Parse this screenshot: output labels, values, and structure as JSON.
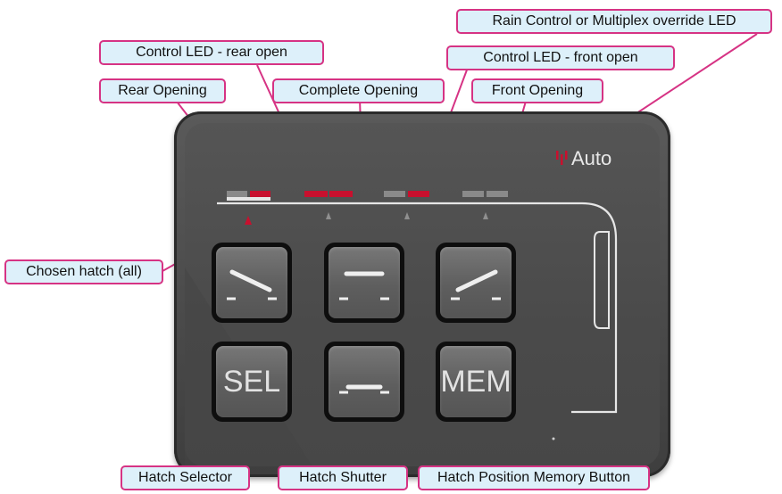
{
  "callouts": {
    "rain_led": "Rain Control or Multiplex override LED",
    "led_rear": "Control LED - rear open",
    "led_front": "Control LED - front open",
    "rear_opening": "Rear Opening",
    "complete_opening": "Complete Opening",
    "front_opening": "Front Opening",
    "chosen_hatch": "Chosen hatch (all)",
    "hatch_selector": "Hatch Selector",
    "hatch_shutter": "Hatch Shutter",
    "memory_button": "Hatch Position Memory Button"
  },
  "panel": {
    "auto_label": "Auto"
  },
  "buttons": {
    "sel_label": "SEL",
    "mem_label": "MEM"
  },
  "colors": {
    "callout_border": "#d63384",
    "callout_fill": "#ddf0fa",
    "led_red": "#c8102e",
    "led_off": "#8a8a8a",
    "panel_dark": "#474747"
  },
  "icons": {
    "rear_opening_button": "hatch-tilted-down-icon",
    "complete_opening_button": "hatch-raised-icon",
    "front_opening_button": "hatch-tilted-up-icon",
    "shutter_button": "hatch-closed-icon"
  }
}
